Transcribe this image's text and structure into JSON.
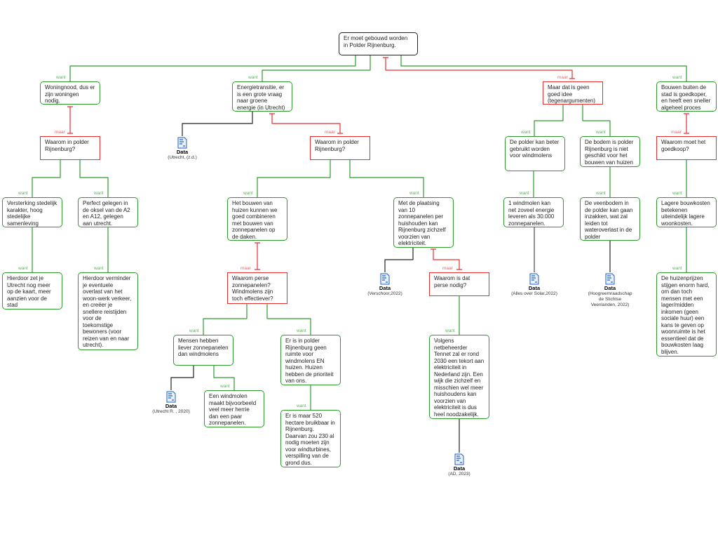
{
  "colors": {
    "want": "#2e9a2e",
    "maar": "#e83030",
    "data": "#222222",
    "icon": "#1f5fc8"
  },
  "edge_labels": {
    "want": "want",
    "maar": "maar"
  },
  "nodes": {
    "root": "Er moet gebouwd worden in Polder Rijnenburg.",
    "n1": "Woningnood, dus er zijn woningen nodig.",
    "n2": "Energietransitie, er is een grote vraag naar groene energie (in Utrecht)",
    "n3": "Maar dat is geen goed idee (tegenargumenten)",
    "n4": "Bouwen buiten de stad is goedkoper, en heeft een sneller algeheel proces",
    "n5": "Waarom in polder Rijnenburg?",
    "n6": "Waarom in polder Rijnenburg?",
    "n7": "De polder kan beter gebruikt worden voor windmolens",
    "n8": "De bodem is polder Rijnenburg is niet geschikt voor het bouwen van huizen",
    "n9": "Waarom moet het goedkoop?",
    "n10": "Versterking stedelijk karakter, hoog stedelijke samenleving",
    "n11": "Perfect gelegen in de oksel van de A2 en A12, gelegen aan utrecht.",
    "n12": "Het bouwen van huizen kunnen we goed combineren met bouwen van zonnepanelen op de daken.",
    "n13": "Met de plaatsing van 10 zonnepanelen per huishouden kan Rijnenburg zichzelf voorzien van elektriciteit.",
    "n14": "1 windmolen kan net zoveel energie leveren als 30.000 zonnepanelen.",
    "n15": "De veenbodem in de polder kan gaan inzakken, wat zal leiden tot wateroverlast in de polder",
    "n16": "Lagere bouwkosten betekenen uiteindelijk lagere woonkosten.",
    "n17": "Hierdoor zet je Utrecht nog meer op de kaart, meer aanzien voor de stad",
    "n18": "Hierdoor verminder je eventuele overlast van het woon-werk verkeer, en creëer je snellere reistijden voor de toekomstige bewoners (voor reizen van en naar utrecht).",
    "n19": "Waarom perse zonnepanelen? Windmolens zijn toch effectiever?",
    "n20": "Waarom is dat perse nodig?",
    "n21": "De huizenprijzen stijgen enorm hard, om dan toch mensen met een lager/midden inkomen (geen sociale huur) een kans te geven op woonruimte is het essentieel dat de bouwkosten laag blijven.",
    "n22": "Mensen hebben liever zonnepanelen dan windmolens",
    "n23": "Er is in polder Rijnenburg geen ruimte voor windmolens EN huizen. Huizen hebben de prioriteit van ons.",
    "n24": "Volgens netbeheerder Tennet zal er rond 2030 een tekort aan elektriciteit in Nederland zijn. Een wijk die zichzelf en misschien wel meer huishoudens kan voorzien van elektriciteit is dus heel noodzakelijk.",
    "n25": "Een windmolen maakt bijvoorbeeld veel meer herrie dan een paar zonnepanelen.",
    "n26": "Er is maar 520 hectare bruikbaar in Rijnenburg. Daarvan zou 230 al nodig moeten zijn voor windturbines, verspilling van de grond dus."
  },
  "data_sources": {
    "title": "Data",
    "d1": "(Utrecht, (z.d.)",
    "d2": "(Verschoor,2022)",
    "d3": "(Alles over Solar,2022)",
    "d4": "(Hoogreemraadschap de Stichtse Veenlanden, 2022)",
    "d5": "(Utrecht R. , 2020)",
    "d6": "(AD, 2023)"
  }
}
